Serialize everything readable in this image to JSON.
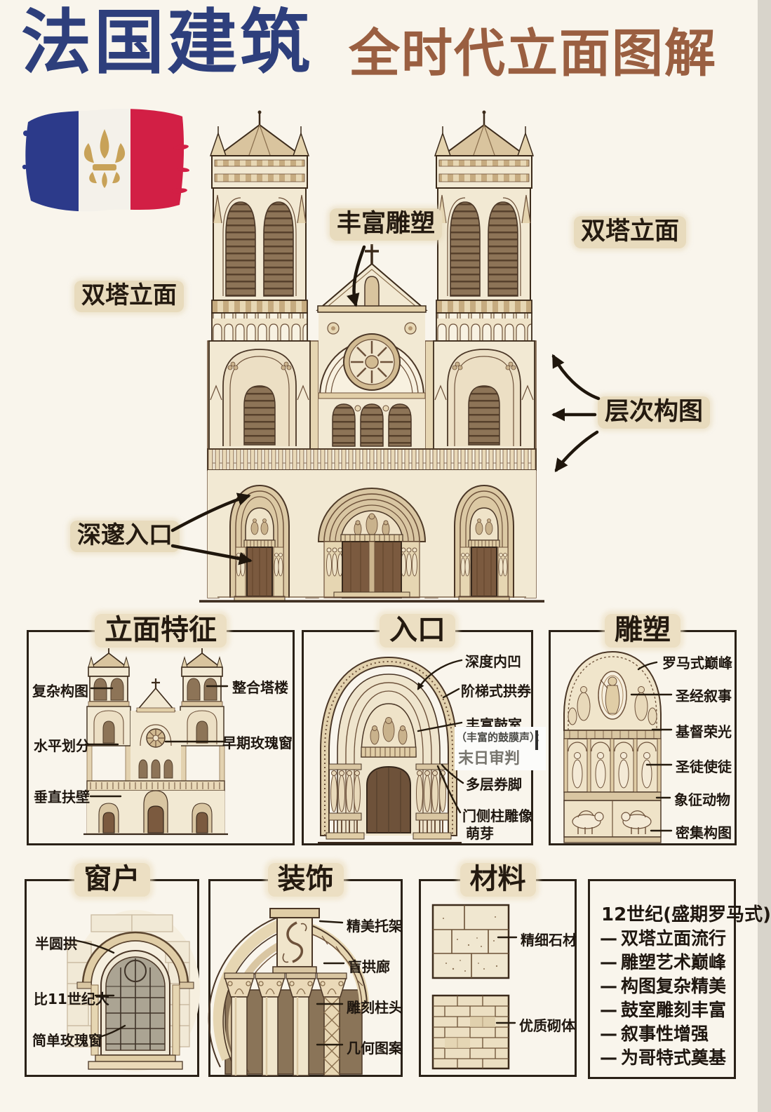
{
  "colors": {
    "paper": "#f9f5ec",
    "title_blue": "#2e3f7c",
    "title_brown": "#9a5f41",
    "ink": "#26190e",
    "chip_bg": "#e8dbbd",
    "flag_blue": "#2c3a8a",
    "flag_red": "#d21f45",
    "flag_gold": "#c8a258"
  },
  "header": {
    "title": "法国建筑",
    "subtitle": "全时代立面图解"
  },
  "flag": {
    "icon": "french-flag-fleur-de-lis"
  },
  "main_diagram": {
    "twin_facade_left": "双塔立面",
    "rich_sculpture": "丰富雕塑",
    "twin_facade_right": "双塔立面",
    "layered_composition": "层次构图",
    "deep_entrance": "深邃入口"
  },
  "panel_facade": {
    "title": "立面特征",
    "complex_composition": "复杂构图",
    "horizontal_division": "水平划分",
    "vertical_buttress": "垂直扶壁",
    "integrated_towers": "整合塔楼",
    "early_rose_window": "早期玫瑰窗"
  },
  "panel_entrance": {
    "title": "入口",
    "deep_recess": "深度内凹",
    "stepped_archivolts": "阶梯式拱券",
    "rich_tympanum": "丰富鼓室",
    "tympanum_note": "（丰富的鼓膜声）：",
    "last_judgment": "末日审判",
    "multi_order_arch": "多层券脚",
    "jamb_statues_line1": "门侧柱雕像",
    "jamb_statues_line2": "萌芽"
  },
  "panel_sculpture": {
    "title": "雕塑",
    "labels": [
      "罗马式巅峰",
      "圣经叙事",
      "基督荣光",
      "圣徒使徒",
      "象征动物",
      "密集构图"
    ]
  },
  "panel_window": {
    "title": "窗户",
    "labels": [
      "半圆拱",
      "比11世纪大",
      "简单玫瑰窗"
    ]
  },
  "panel_decoration": {
    "title": "装饰",
    "labels": [
      "精美托架",
      "盲拱廊",
      "雕刻柱头",
      "几何图案"
    ]
  },
  "panel_material": {
    "title": "材料",
    "fine_stone": "精细石材",
    "quality_masonry": "优质砌体"
  },
  "panel_era": {
    "title": "12世纪(盛期罗马式)",
    "bullet": "—",
    "items": [
      "双塔立面流行",
      "雕塑艺术巅峰",
      "构图复杂精美",
      "鼓室雕刻丰富",
      "叙事性增强",
      "为哥特式奠基"
    ]
  }
}
